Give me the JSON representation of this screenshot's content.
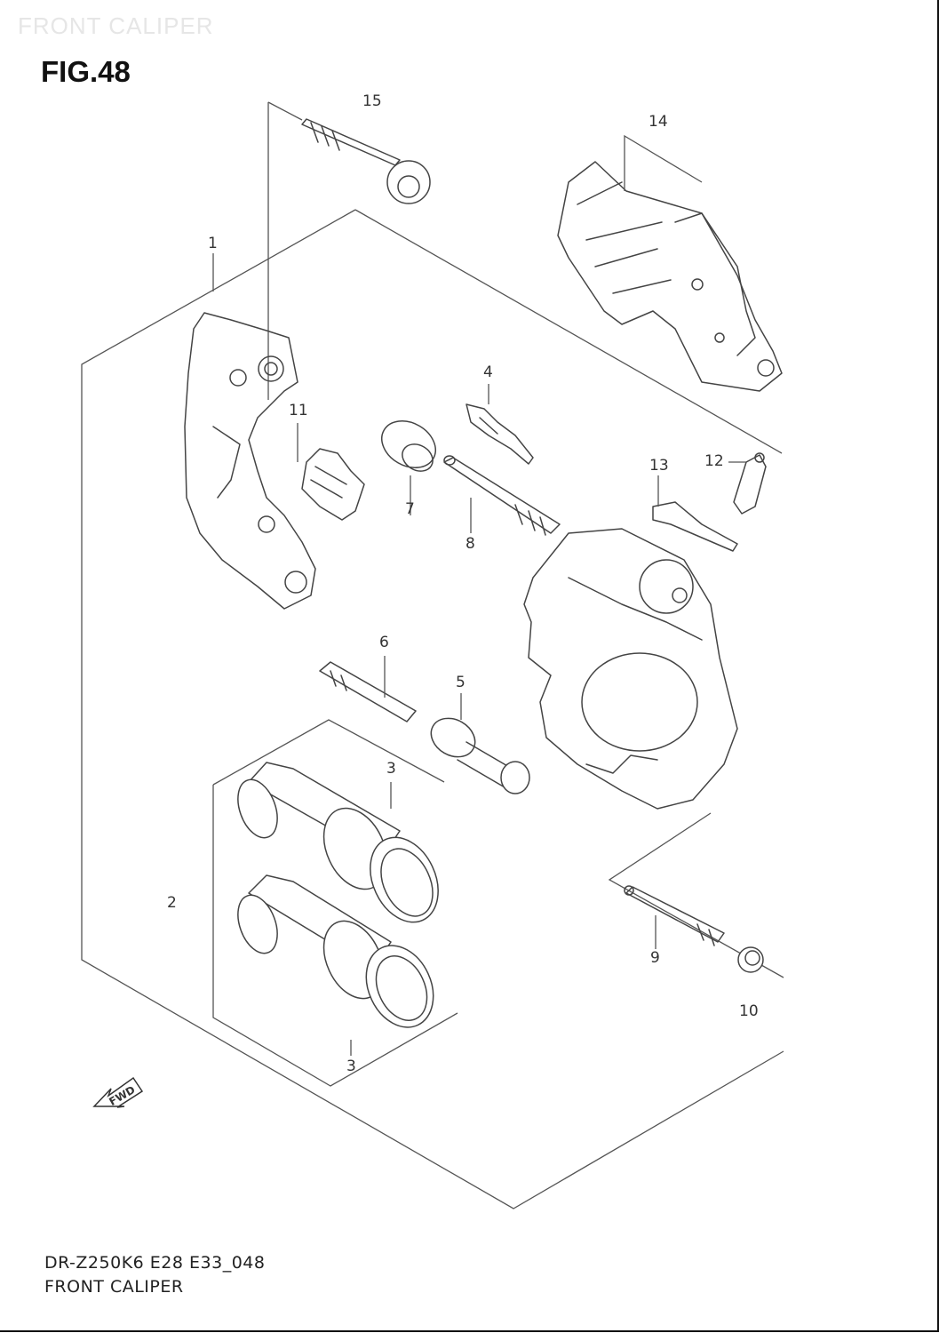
{
  "watermark": "FRONT CALIPER",
  "figure_title": "FIG.48",
  "footer": {
    "model_code": "DR-Z250K6 E28 E33_048",
    "section_name": "FRONT CALIPER"
  },
  "fwd_arrow_label": "FWD",
  "callouts": {
    "c1": "1",
    "c2": "2",
    "c3a": "3",
    "c3b": "3",
    "c4": "4",
    "c5": "5",
    "c6": "6",
    "c7": "7",
    "c8": "8",
    "c9": "9",
    "c10": "10",
    "c11": "11",
    "c12": "12",
    "c13": "13",
    "c14": "14",
    "c15": "15"
  },
  "colors": {
    "line": "#555555",
    "text": "#111111",
    "watermark": "#e6e6e6",
    "background": "#ffffff"
  }
}
